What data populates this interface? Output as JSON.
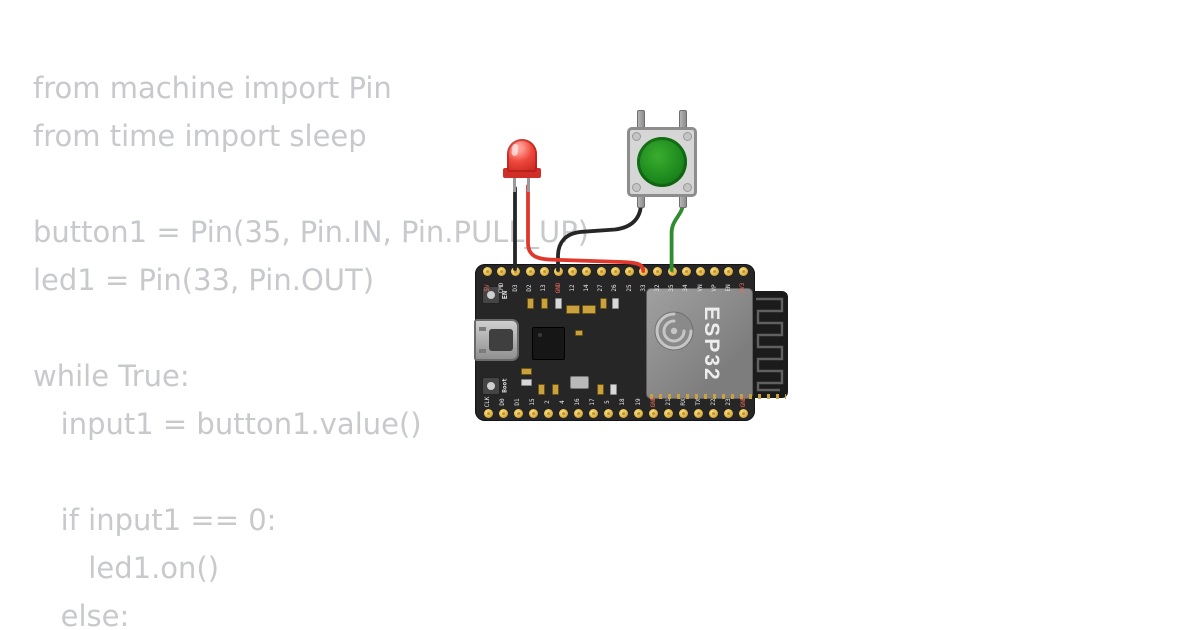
{
  "canvas": {
    "background": "#ffffff"
  },
  "code": {
    "language": "micropython",
    "text_color": "#c7c9cc",
    "lines": [
      "from machine import Pin",
      "from time import sleep",
      "",
      "button1 = Pin(35, Pin.IN, Pin.PULL_UP)",
      "led1 = Pin(33, Pin.OUT)",
      "",
      "while True:",
      "   input1 = button1.value()",
      "",
      "   if input1 == 0:",
      "      led1.on()",
      "   else:"
    ]
  },
  "board": {
    "module_label": "ESP32",
    "en_label": "EN",
    "boot_label": "Boot",
    "top_pins": [
      "5V",
      "CMD",
      "D3",
      "D2",
      "13",
      "GND",
      "12",
      "14",
      "27",
      "26",
      "25",
      "33",
      "32",
      "35",
      "34",
      "VN",
      "VP",
      "EN",
      "3V3"
    ],
    "bottom_pins": [
      "CLK",
      "D0",
      "D1",
      "15",
      "2",
      "4",
      "16",
      "17",
      "5",
      "18",
      "19",
      "GND",
      "21",
      "RX",
      "TX",
      "22",
      "23",
      "GND"
    ]
  },
  "components": {
    "led": {
      "type": "led",
      "color": "#e53935"
    },
    "pushbutton": {
      "type": "pushbutton",
      "cap_color": "#1e8a1e"
    }
  },
  "wires": [
    {
      "id": "led-cathode-to-board",
      "color": "#262626"
    },
    {
      "id": "led-anode-to-pin33",
      "color": "#e0382c"
    },
    {
      "id": "button-to-gnd",
      "color": "#262626"
    },
    {
      "id": "button-to-pin35",
      "color": "#2f8c2f"
    }
  ]
}
